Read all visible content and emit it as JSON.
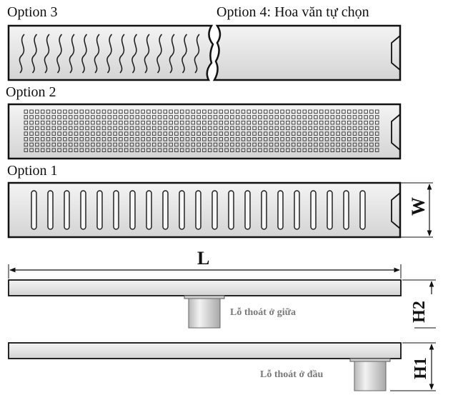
{
  "labels": {
    "option3": "Option 3",
    "option4": "Option 4: Hoa văn tự chọn",
    "option2": "Option 2",
    "option1": "Option 1"
  },
  "dimensions": {
    "width_label": "W",
    "length_label": "L",
    "h2_label": "H2",
    "h1_label": "H1"
  },
  "captions": {
    "center_outlet": "Lỗ thoát ở giữa",
    "end_outlet": "Lỗ thoát ở đầu"
  }
}
